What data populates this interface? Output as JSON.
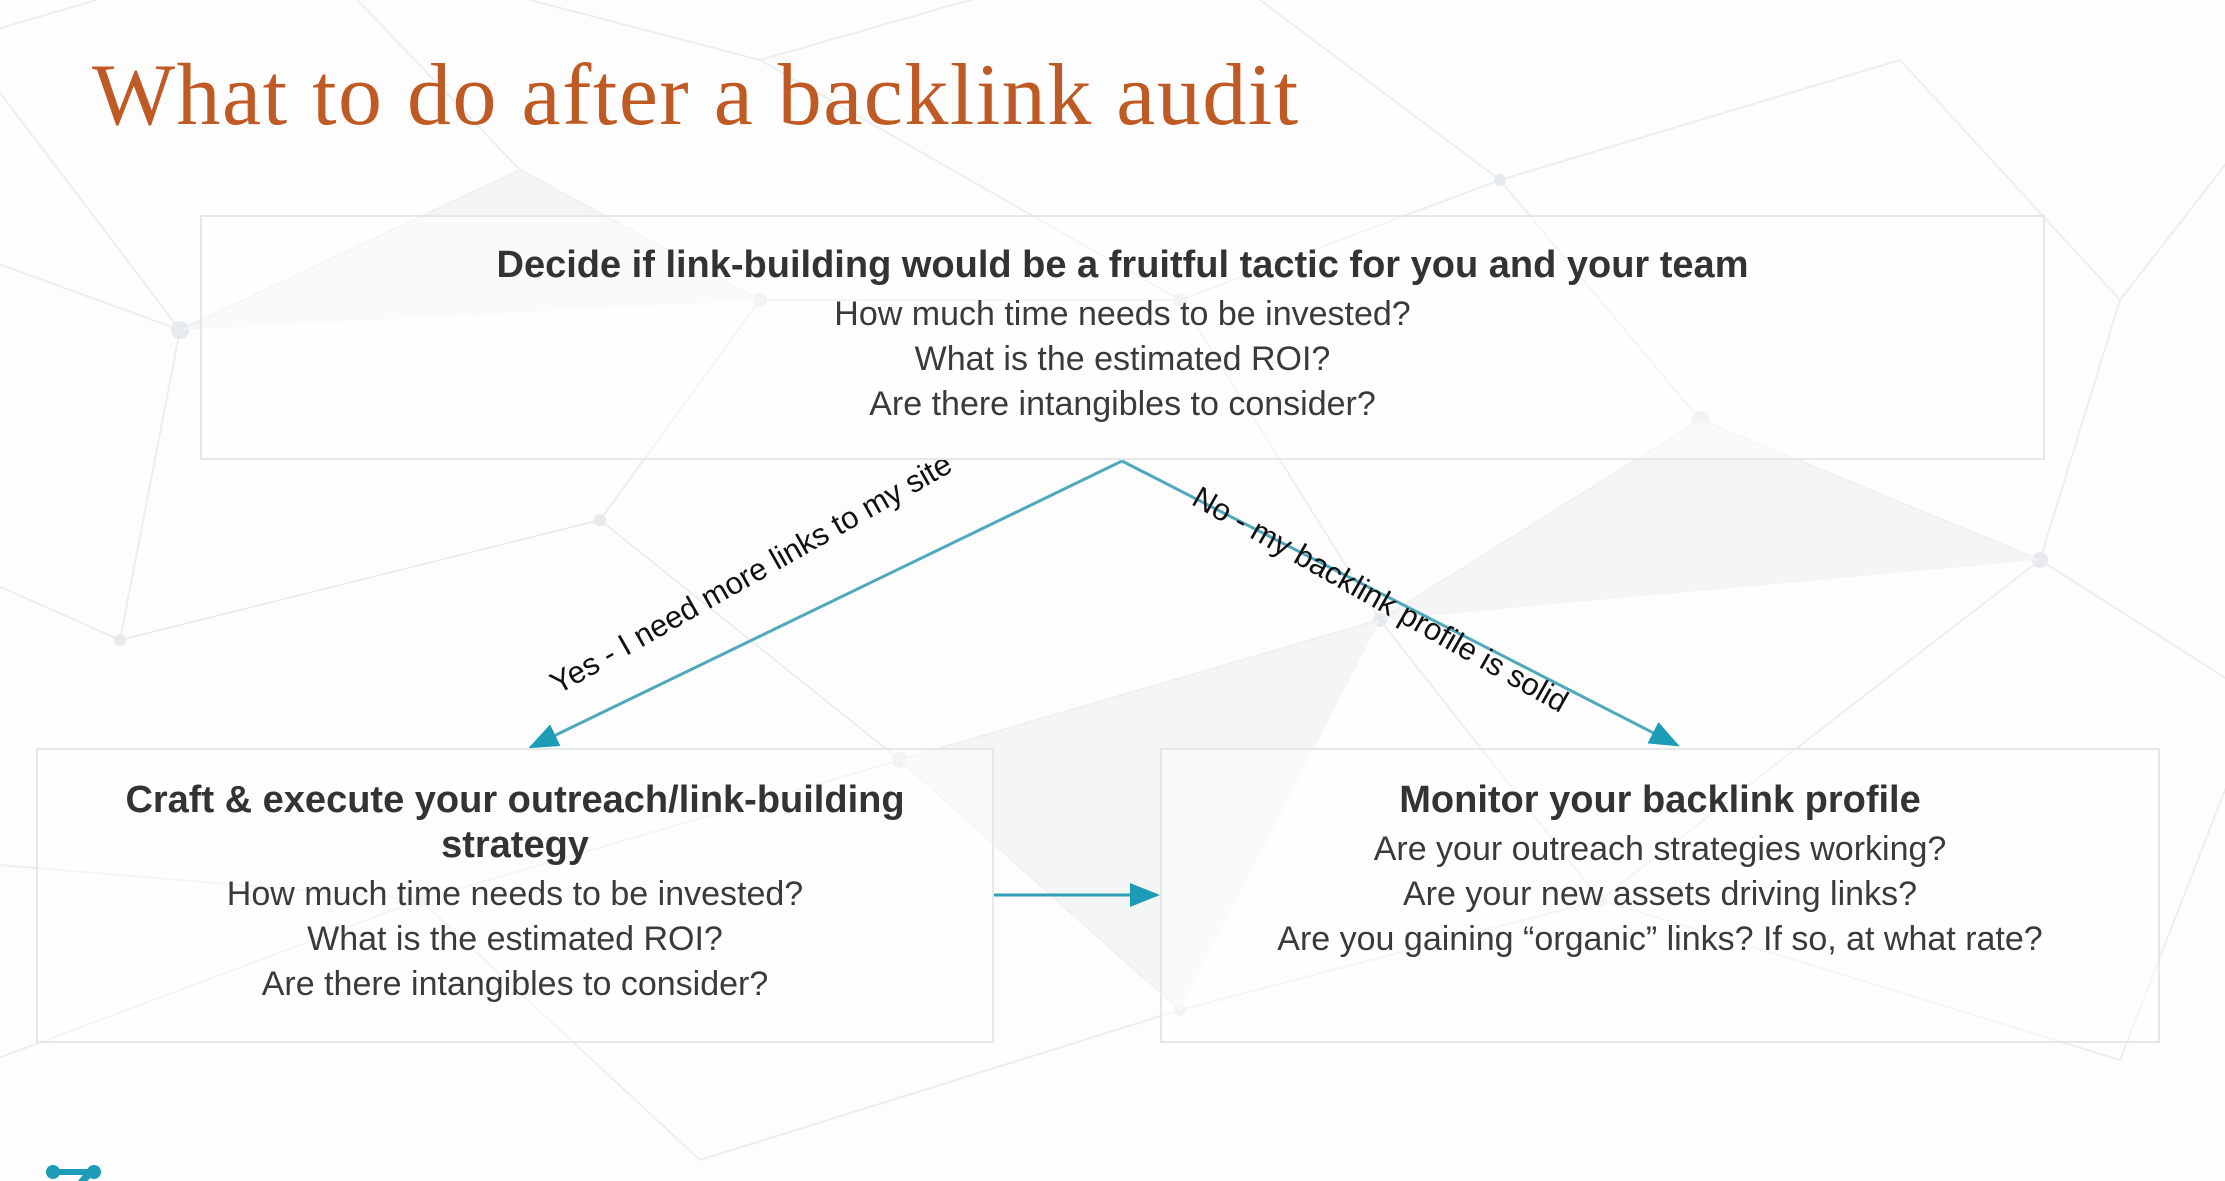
{
  "slide": {
    "title": "What to do after a backlink audit",
    "title_color": "#bf5a24",
    "background_color": "#fdfdfd"
  },
  "theme": {
    "connector_color": "#4fa8bc",
    "arrowhead_color": "#1d9cb8",
    "box_border_color": "#e6e7e8",
    "heading_text_color": "#333333",
    "body_text_color": "#3a3a3a",
    "label_text_color": "#111111"
  },
  "flowchart": {
    "type": "decision-flow",
    "nodes": [
      {
        "id": "decide",
        "heading": "Decide if link-building would be a fruitful tactic for you and your team",
        "lines": [
          "How much time needs to be invested?",
          "What is the estimated ROI?",
          "Are there intangibles to consider?"
        ]
      },
      {
        "id": "craft",
        "heading": "Craft & execute your outreach/link-building strategy",
        "lines": [
          "How much time needs to be invested?",
          "What is the estimated ROI?",
          "Are there intangibles to consider?"
        ]
      },
      {
        "id": "monitor",
        "heading": "Monitor your backlink profile",
        "lines": [
          "Are your outreach strategies working?",
          "Are your new assets driving links?",
          "Are you gaining “organic” links? If so, at what rate?"
        ]
      }
    ],
    "edges": [
      {
        "id": "yes-branch",
        "from": "decide",
        "to": "craft",
        "label": "Yes - I need more links to my site"
      },
      {
        "id": "no-branch",
        "from": "decide",
        "to": "monitor",
        "label": "No - my backlink profile is solid"
      },
      {
        "id": "craft-to-monitor",
        "from": "craft",
        "to": "monitor",
        "label": ""
      }
    ]
  },
  "corner_logo": {
    "name": "link-node-logo",
    "color": "#1d9cb8"
  }
}
